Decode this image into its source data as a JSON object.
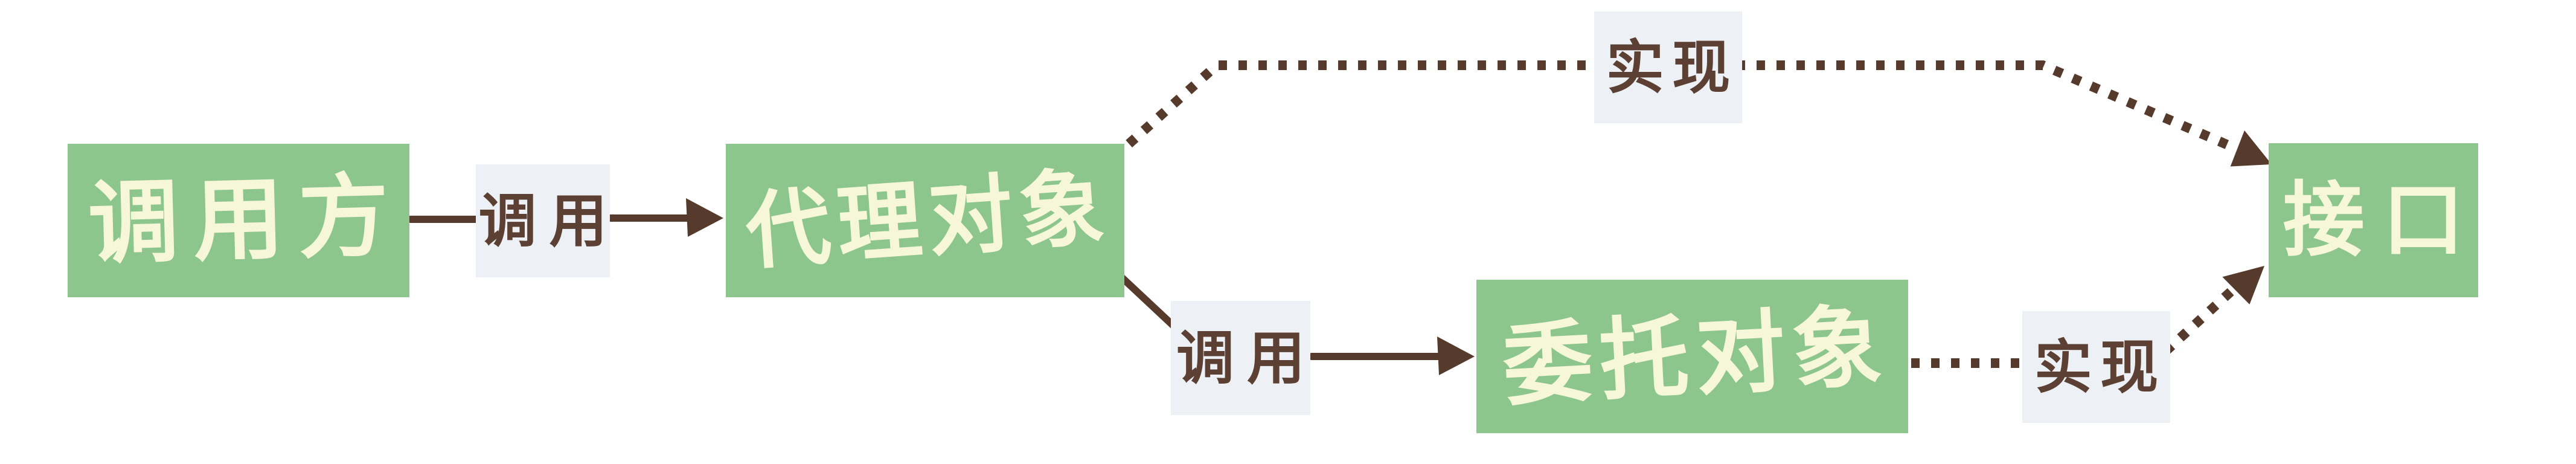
{
  "diagram": {
    "title": "proxy-pattern-call-flow",
    "nodes": [
      {
        "id": "caller",
        "label": "调用方"
      },
      {
        "id": "proxy",
        "label": "代理对象"
      },
      {
        "id": "delegate",
        "label": "委托对象"
      },
      {
        "id": "interface",
        "label": "接口"
      }
    ],
    "edges": [
      {
        "from": "caller",
        "to": "proxy",
        "label": "调用",
        "style": "solid-arrow"
      },
      {
        "from": "proxy",
        "to": "interface",
        "label": "实现",
        "style": "dotted-arrow"
      },
      {
        "from": "proxy",
        "to": "delegate",
        "label": "调用",
        "style": "solid-arrow"
      },
      {
        "from": "delegate",
        "to": "interface",
        "label": "实现",
        "style": "dotted-arrow"
      }
    ],
    "colors": {
      "canvas_bg": "#ffffff",
      "node_bg": "#8cc68c",
      "node_text": "#f6f6d9",
      "label_bg": "#edf1f5",
      "label_text": "#5c4034",
      "line": "#563a2b"
    }
  }
}
